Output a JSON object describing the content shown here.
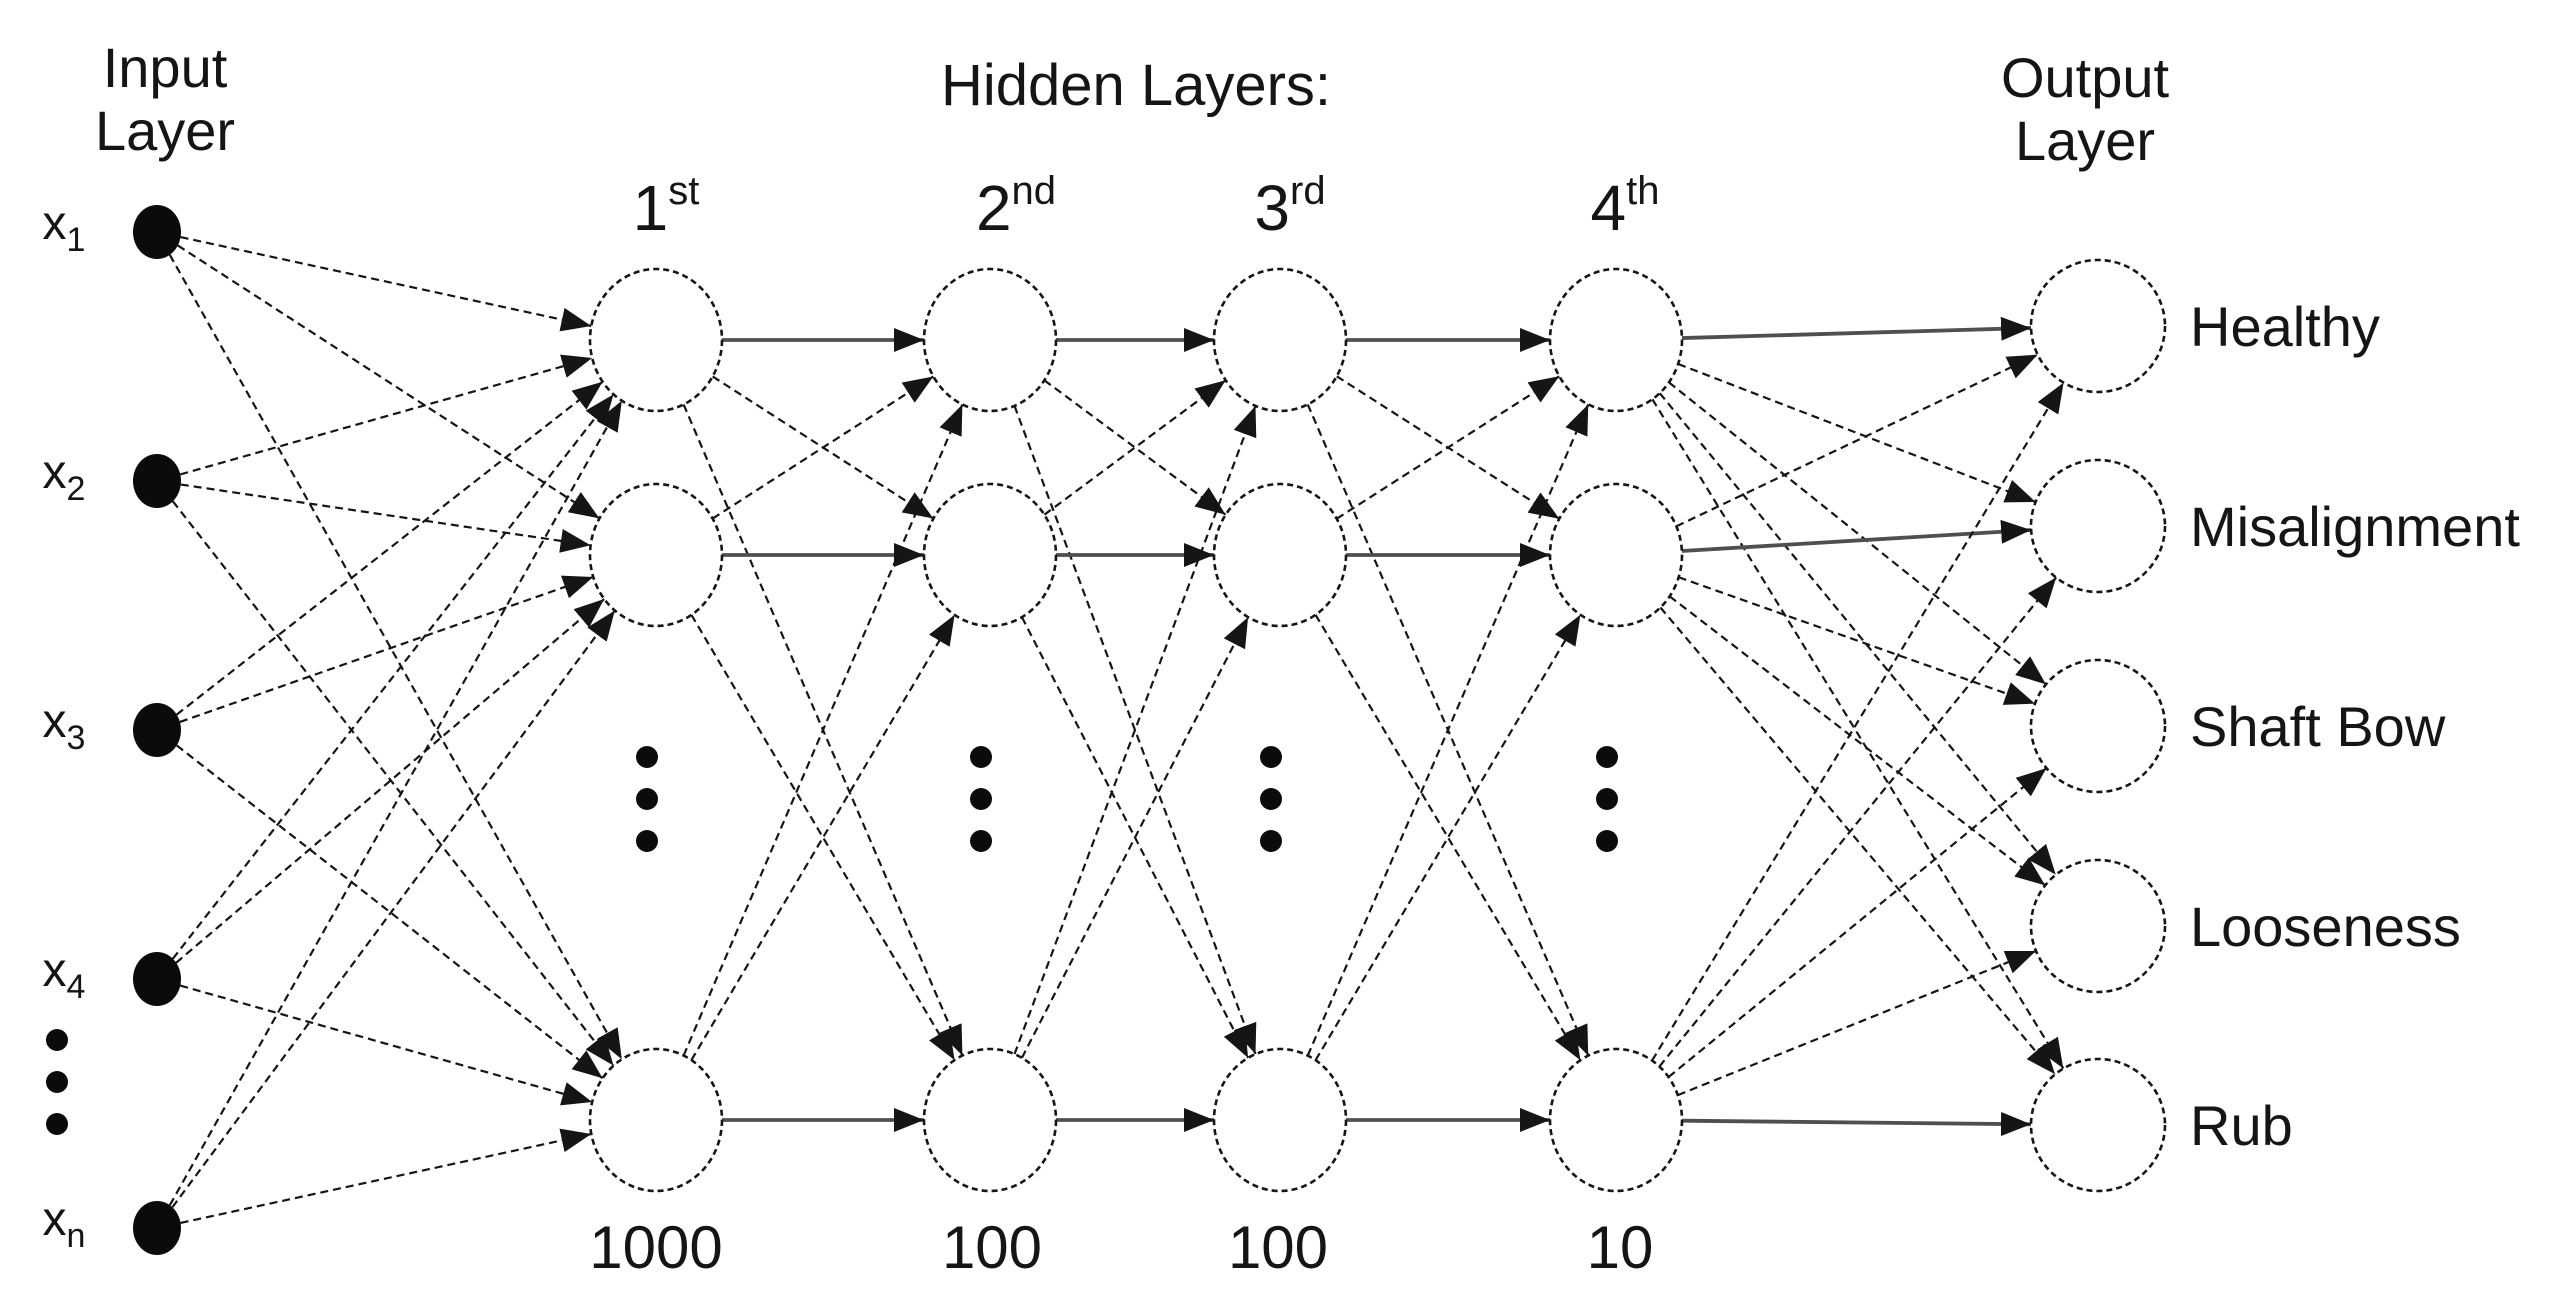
{
  "diagram": {
    "type": "neural-network",
    "connectivity": "fully-connected-between-adjacent-layers",
    "input_layer": {
      "title_line1": "Input",
      "title_line2": "Layer",
      "nodes": [
        {
          "label_main": "x",
          "label_sub": "1"
        },
        {
          "label_main": "x",
          "label_sub": "2"
        },
        {
          "label_main": "x",
          "label_sub": "3"
        },
        {
          "label_main": "x",
          "label_sub": "4"
        },
        {
          "label_main": "x",
          "label_sub": "n"
        }
      ],
      "has_ellipsis": true
    },
    "hidden_layers": {
      "title": "Hidden Layers:",
      "columns": [
        {
          "ordinal_main": "1",
          "ordinal_sup": "st",
          "size": "1000",
          "visible_nodes": 3,
          "has_ellipsis": true
        },
        {
          "ordinal_main": "2",
          "ordinal_sup": "nd",
          "size": "100",
          "visible_nodes": 3,
          "has_ellipsis": true
        },
        {
          "ordinal_main": "3",
          "ordinal_sup": "rd",
          "size": "100",
          "visible_nodes": 3,
          "has_ellipsis": true
        },
        {
          "ordinal_main": "4",
          "ordinal_sup": "th",
          "size": "10",
          "visible_nodes": 3,
          "has_ellipsis": true
        }
      ]
    },
    "output_layer": {
      "title_line1": "Output",
      "title_line2": "Layer",
      "nodes": [
        "Healthy",
        "Misalignment",
        "Shaft Bow",
        "Looseness",
        "Rub"
      ]
    }
  },
  "colors": {
    "ink": "#151515",
    "line_gray": "#4f4f4f",
    "node_fill": "#ffffff",
    "background": "#ffffff"
  }
}
